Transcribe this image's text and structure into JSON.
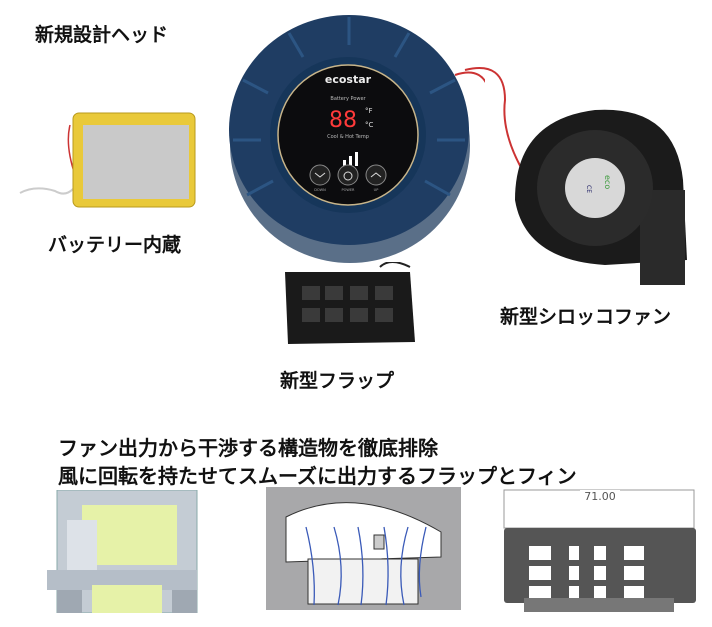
{
  "labels": {
    "head": "新規設計ヘッド",
    "battery": "バッテリー内蔵",
    "fan": "新型シロッコファン",
    "flap": "新型フラップ"
  },
  "headline": {
    "line1": "ファン出力から干渉する構造物を徹底排除",
    "line2": "風に回転を持たせてスムーズに出力するフラップとフィン"
  },
  "device_panel": {
    "brand": "ecostar",
    "battery_label": "Battery Power",
    "display_value": "88",
    "unit_f": "°F",
    "unit_c": "°C",
    "mode_label": "Cool & Hot Temp",
    "buttons": [
      "DOWN",
      "POWER",
      "UP"
    ]
  },
  "fan_sticker": {
    "brand": "eco",
    "ce": "CE"
  },
  "drawing_dimension": "71.00",
  "colors": {
    "head_blue": "#1f3d63",
    "display_red": "#ff3a3a",
    "battery_yellow": "#e9c93a",
    "cad_yellow": "#e6f2a8"
  }
}
